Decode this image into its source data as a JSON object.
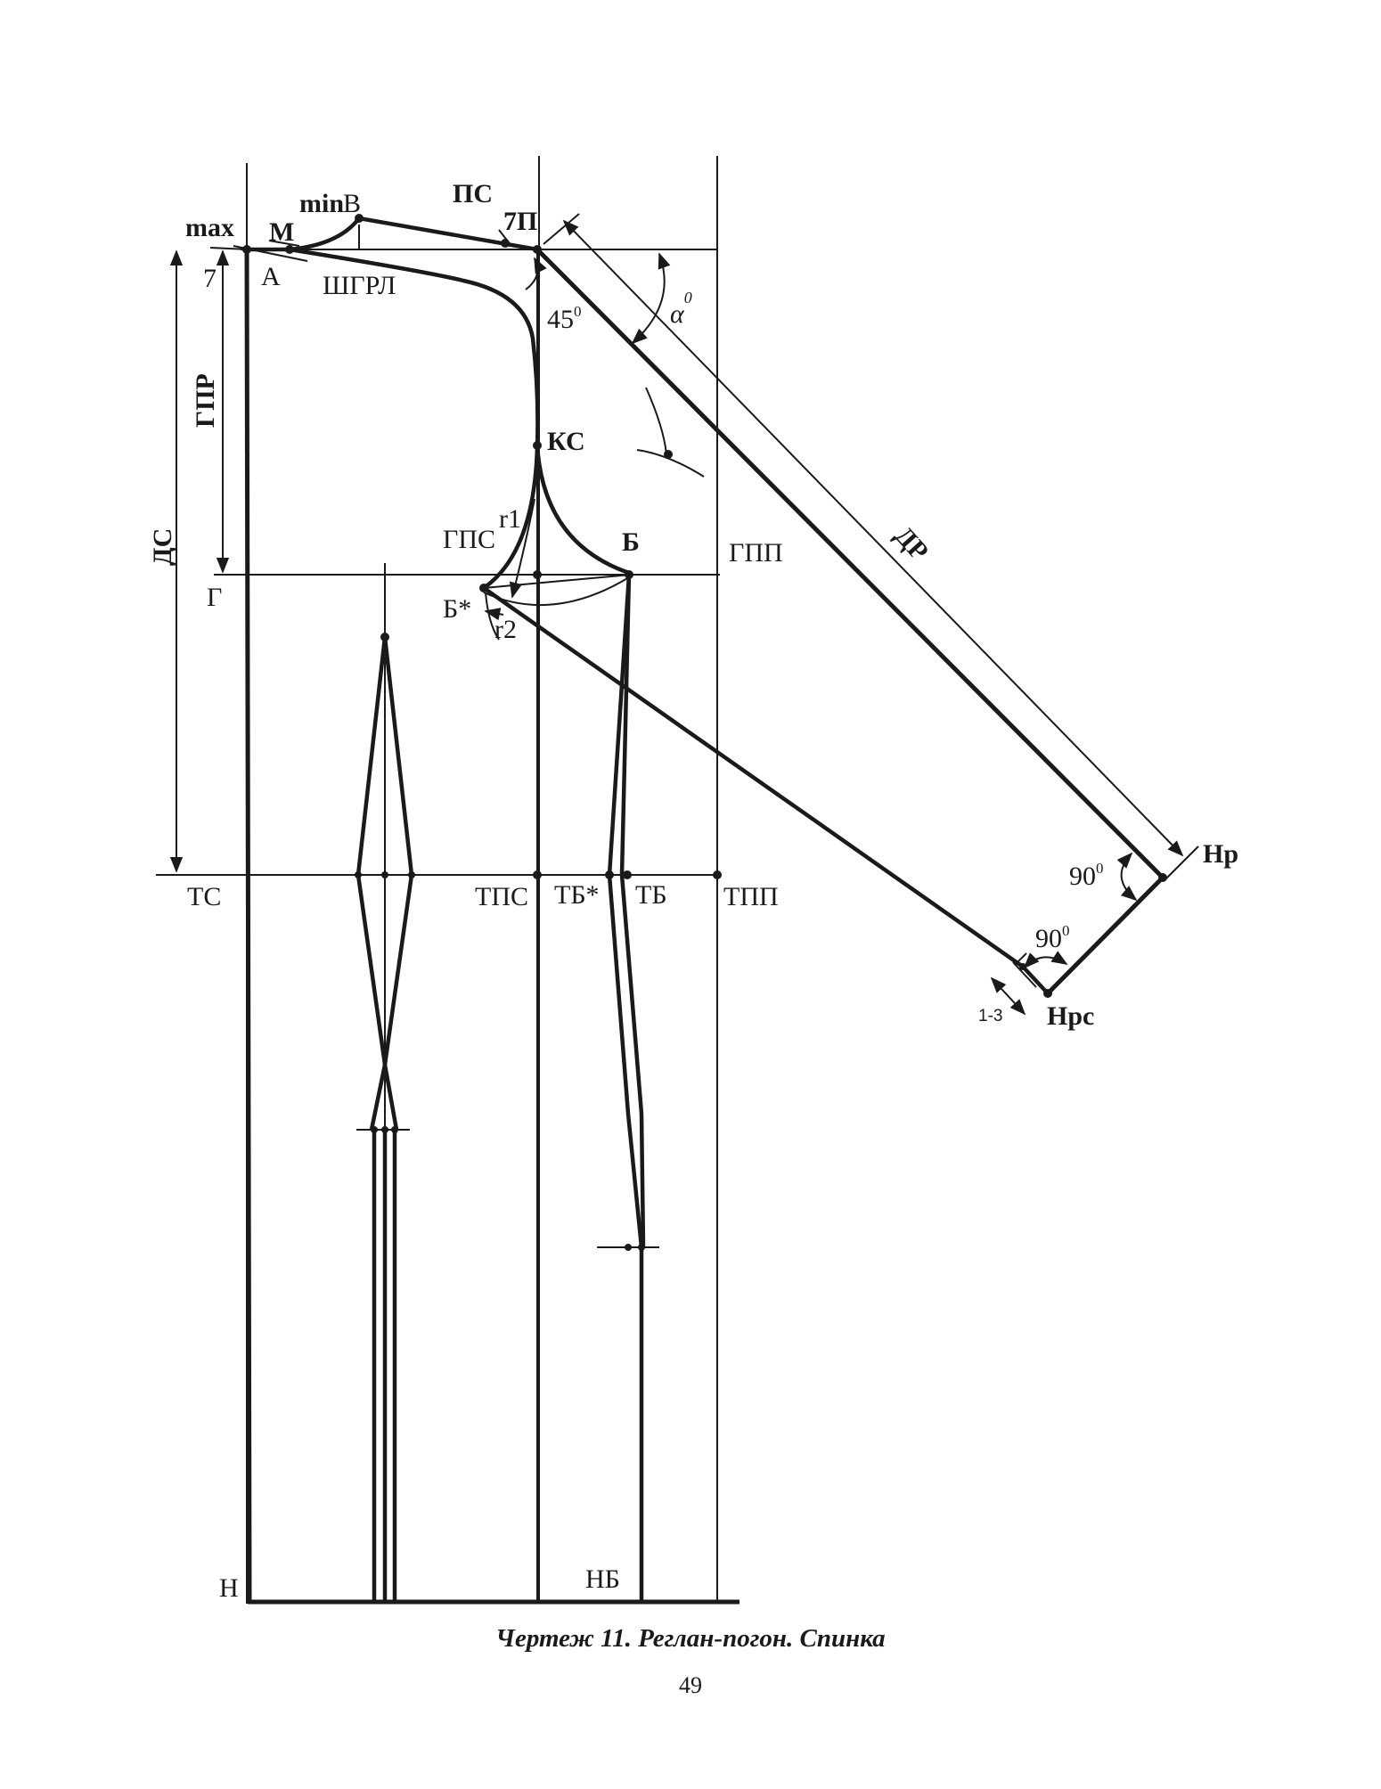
{
  "diagram": {
    "labels": {
      "max": "max",
      "min": "min",
      "M": "М",
      "V": "В",
      "PS": "ПС",
      "7P": "7П",
      "A": "А",
      "seven": "7",
      "SHGRL": "ШГРЛ",
      "angle45": "45",
      "alpha": "α",
      "GPR": "ГПР",
      "DS": "ДС",
      "KS": "КС",
      "r1": "r1",
      "r2": "r2",
      "GPS": "ГПС",
      "B": "Б",
      "GPP": "ГПП",
      "G": "Г",
      "Bstar": "Б*",
      "DR": "ДР",
      "TS": "ТС",
      "TPS": "ТПС",
      "TBstar": "ТБ*",
      "TB": "ТБ",
      "TPP": "ТПП",
      "angle90a": "90",
      "angle90b": "90",
      "Nr": "Нр",
      "Nrs": "Нрс",
      "onethree": "1-3",
      "N": "Н",
      "NB": "НБ",
      "degree": "0"
    }
  },
  "caption": "Чертеж 11. Реглан-погон. Спинка",
  "page_number": "49"
}
